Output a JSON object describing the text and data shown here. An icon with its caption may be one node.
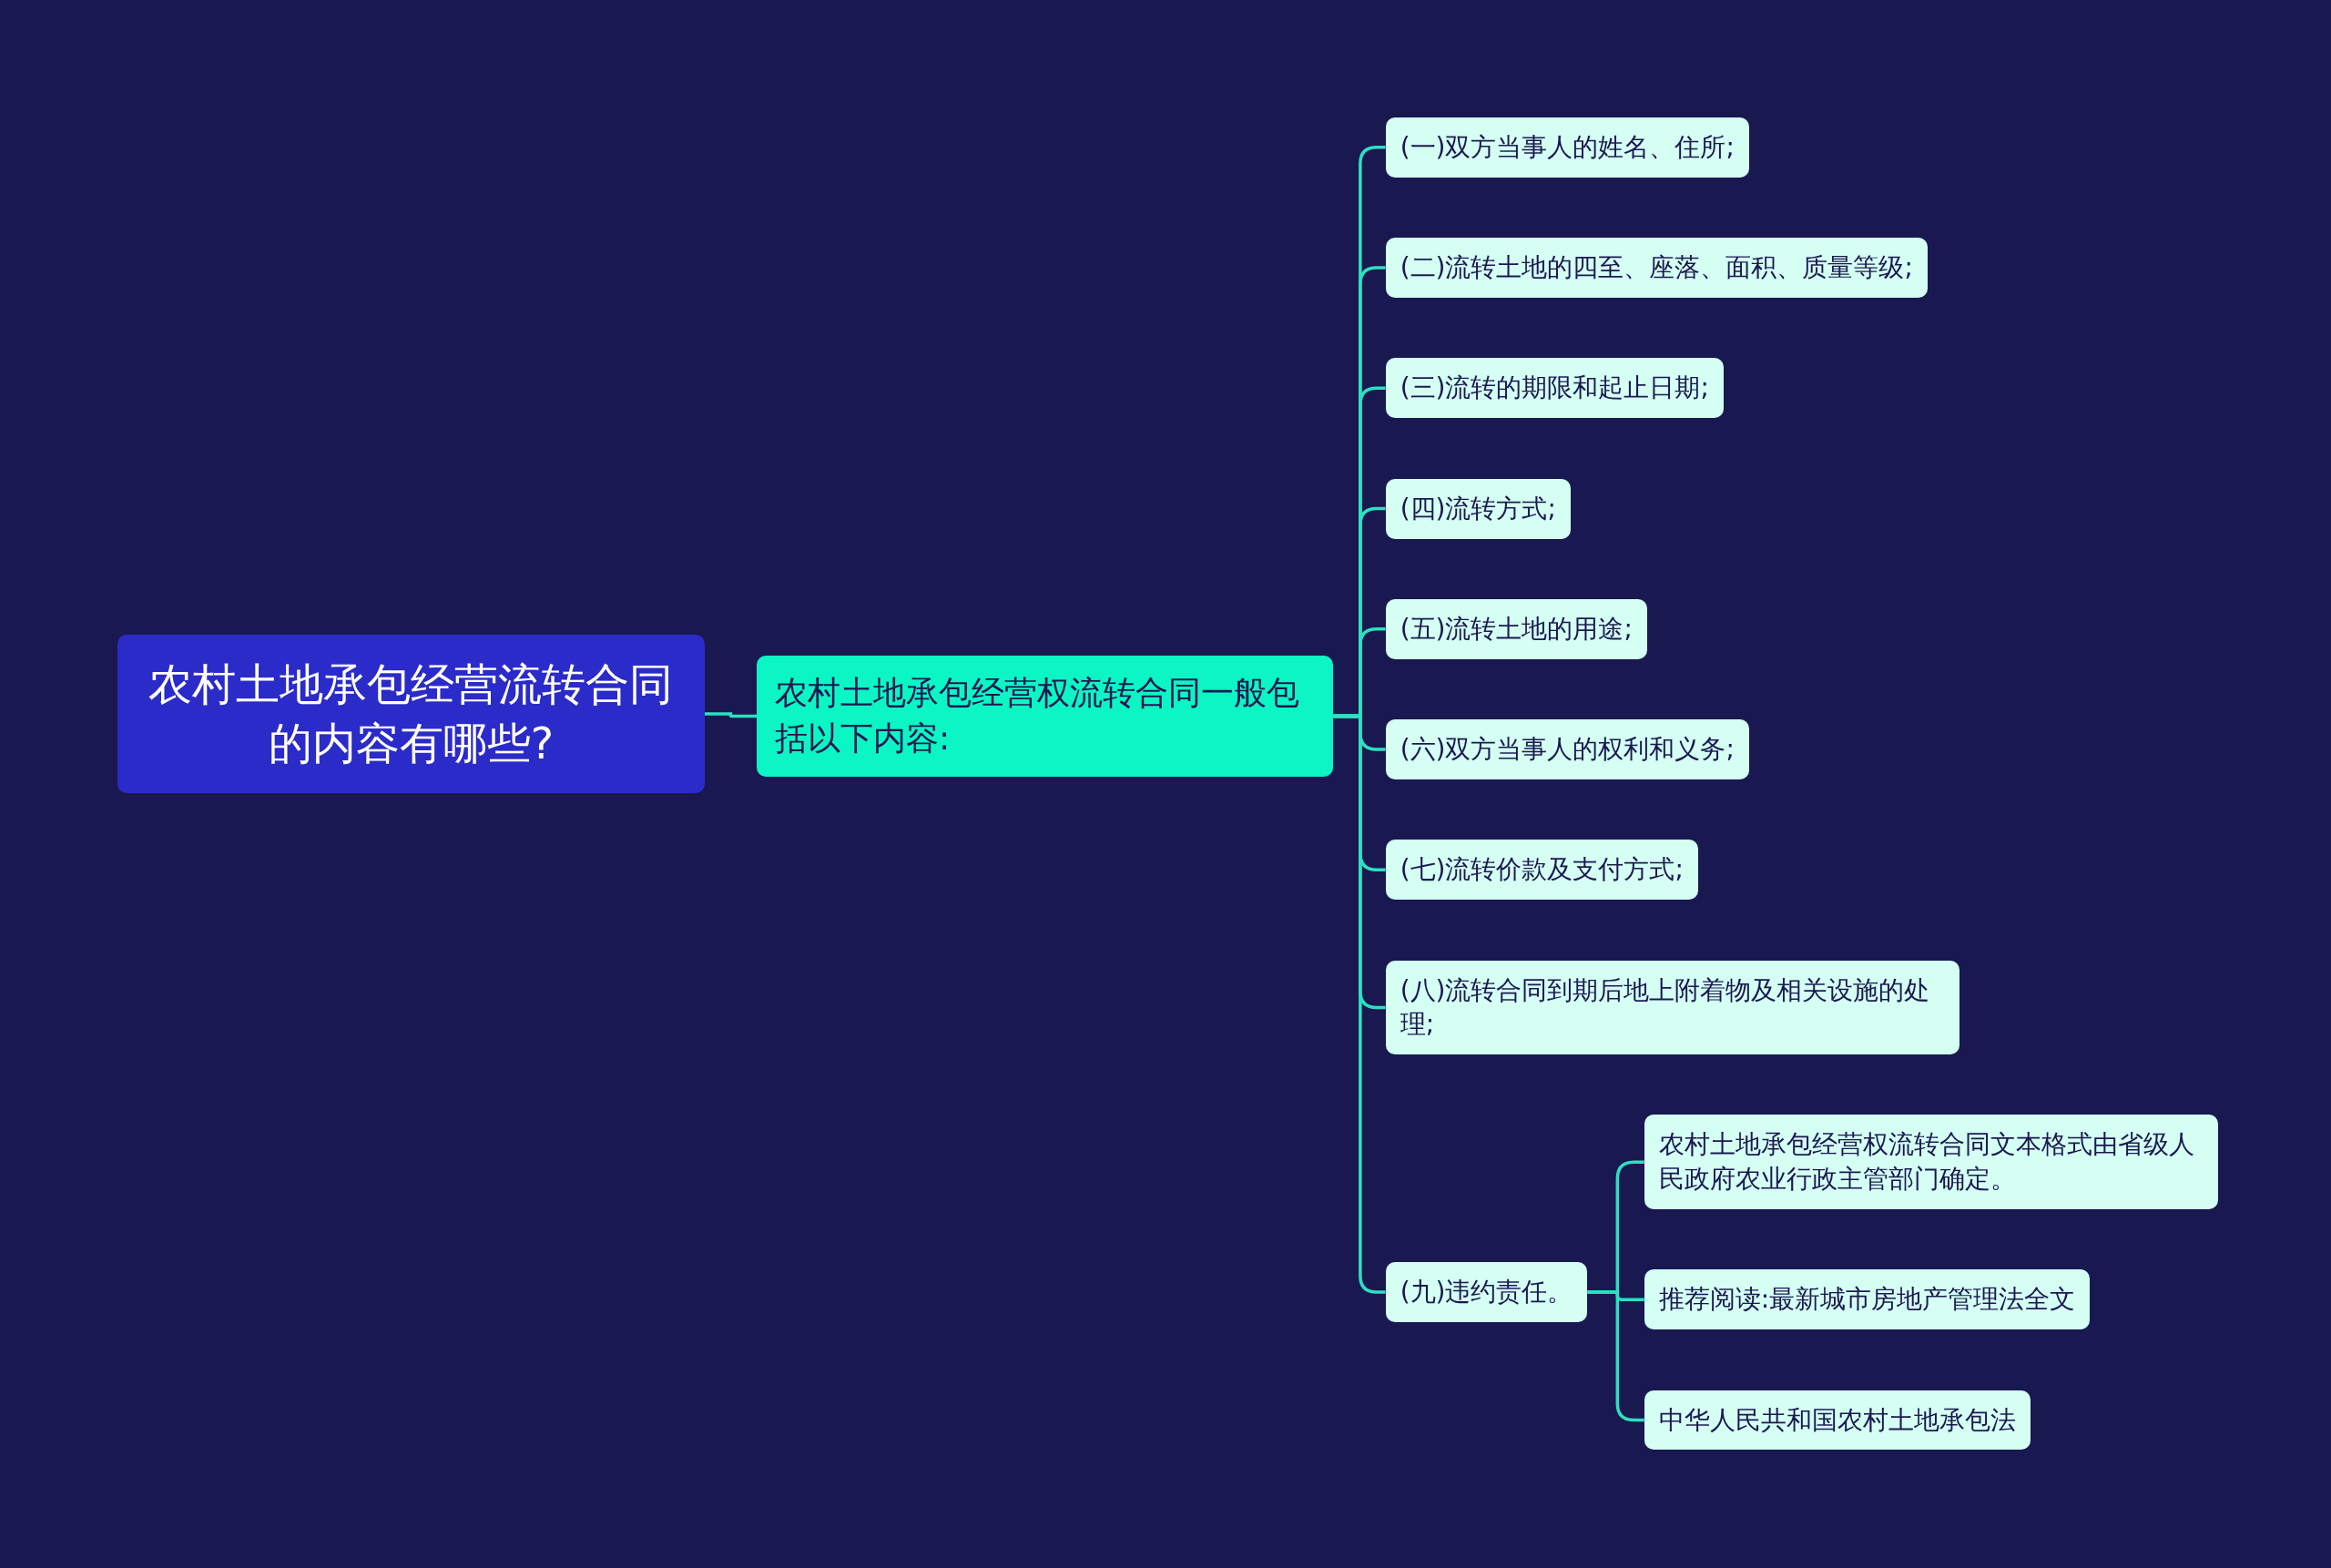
{
  "diagram": {
    "nodes": [
      {
        "text": [
          "农村土地承包经营流转合同的内容有哪些?"
        ]
      },
      {
        "text": [
          "农村土地承包经营权流转合同一般包括以下内容:"
        ]
      },
      {
        "text": [
          "(一)双方当事人的姓名、住所;"
        ]
      },
      {
        "text": [
          "(二)流转土地的四至、座落、面积、质量等级;"
        ]
      },
      {
        "text": [
          "(三)流转的期限和起止日期;"
        ]
      },
      {
        "text": [
          "(四)流转方式;"
        ]
      },
      {
        "text": [
          "(五)流转土地的用途;"
        ]
      },
      {
        "text": [
          "(六)双方当事人的权利和义务;"
        ]
      },
      {
        "text": [
          "(七)流转价款及支付方式;"
        ]
      },
      {
        "text": [
          "(八)流转合同到期后地上附着物及相关设施的处理;"
        ]
      },
      {
        "text": [
          "(九)违约责任。"
        ]
      },
      {
        "text": [
          "农村土地承包经营权流转合同文本格式由省级人民政府农业行政主管部门确定。"
        ]
      },
      {
        "text": [
          "推荐阅读:最新城市房地产管理法全文"
        ]
      },
      {
        "text": [
          "中华人民共和国农村土地承包法"
        ]
      }
    ],
    "edges": [
      {
        "from": 0,
        "to": 1,
        "arrow": "none"
      },
      {
        "from": 1,
        "to": 2,
        "arrow": "none"
      },
      {
        "from": 1,
        "to": 3,
        "arrow": "none"
      },
      {
        "from": 1,
        "to": 4,
        "arrow": "none"
      },
      {
        "from": 1,
        "to": 5,
        "arrow": "none"
      },
      {
        "from": 1,
        "to": 6,
        "arrow": "none"
      },
      {
        "from": 1,
        "to": 7,
        "arrow": "none"
      },
      {
        "from": 1,
        "to": 8,
        "arrow": "none"
      },
      {
        "from": 1,
        "to": 9,
        "arrow": "none"
      },
      {
        "from": 1,
        "to": 10,
        "arrow": "none"
      },
      {
        "from": 10,
        "to": 11,
        "arrow": "none"
      },
      {
        "from": 10,
        "to": 12,
        "arrow": "none"
      },
      {
        "from": 10,
        "to": 13,
        "arrow": "none"
      }
    ]
  }
}
